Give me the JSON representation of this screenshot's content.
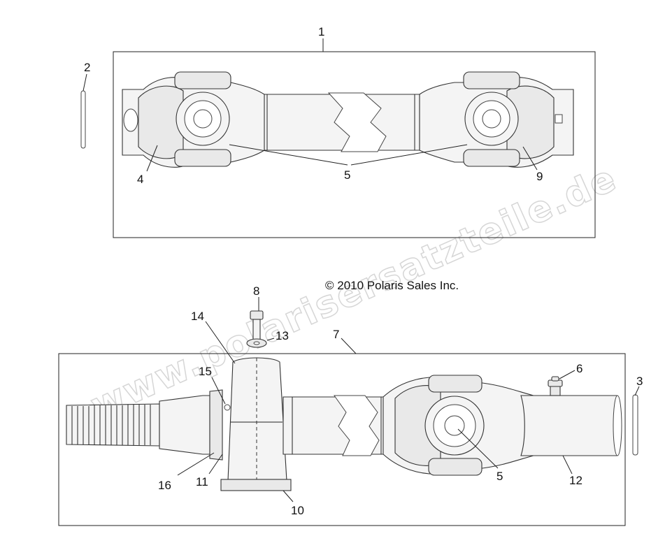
{
  "copyright": "© 2010 Polaris Sales Inc.",
  "watermark": "www.polarisersatzteile.de",
  "callouts": {
    "c1": "1",
    "c2": "2",
    "c3": "3",
    "c4": "4",
    "c5_top": "5",
    "c5_bottom": "5",
    "c6": "6",
    "c7": "7",
    "c8": "8",
    "c9": "9",
    "c10": "10",
    "c11": "11",
    "c12": "12",
    "c13": "13",
    "c14": "14",
    "c15": "15",
    "c16": "16"
  }
}
